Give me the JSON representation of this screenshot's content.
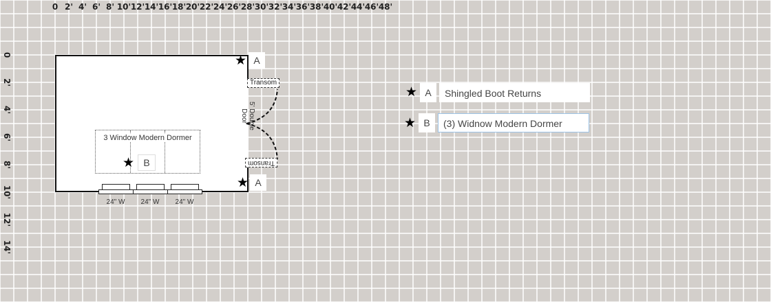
{
  "ruler": {
    "x_labels": [
      "0",
      "2'",
      "4'",
      "6'",
      "8'",
      "10'",
      "12'",
      "14'",
      "16'",
      "18'",
      "20'",
      "22'",
      "24'",
      "26'",
      "28'",
      "30'",
      "32'",
      "34'",
      "36'",
      "38'",
      "40'",
      "42'",
      "44'",
      "46'",
      "48'"
    ],
    "y_labels": [
      "0",
      "2'",
      "4'",
      "6'",
      "8'",
      "10'",
      "12'",
      "14'"
    ]
  },
  "plan": {
    "markers": [
      {
        "letter": "A"
      },
      {
        "letter": "B"
      },
      {
        "letter": "A"
      }
    ],
    "door_label": "5' Double Door",
    "transom_label": "Transom",
    "dormer_label": "3 Window Modern Dormer",
    "windows": [
      {
        "label": "24\" W"
      },
      {
        "label": "24\" W"
      },
      {
        "label": "24\" W"
      }
    ]
  },
  "legend": [
    {
      "letter": "A",
      "value": "Shingled Boot Returns",
      "icon": "star-icon"
    },
    {
      "letter": "B",
      "value": "(3) Widnow Modern Dormer",
      "icon": "star-icon"
    }
  ],
  "colors": {
    "grid_bg": "#d3cfcb",
    "grid_line": "#ffffff",
    "focus_border": "#9cc3e6"
  }
}
